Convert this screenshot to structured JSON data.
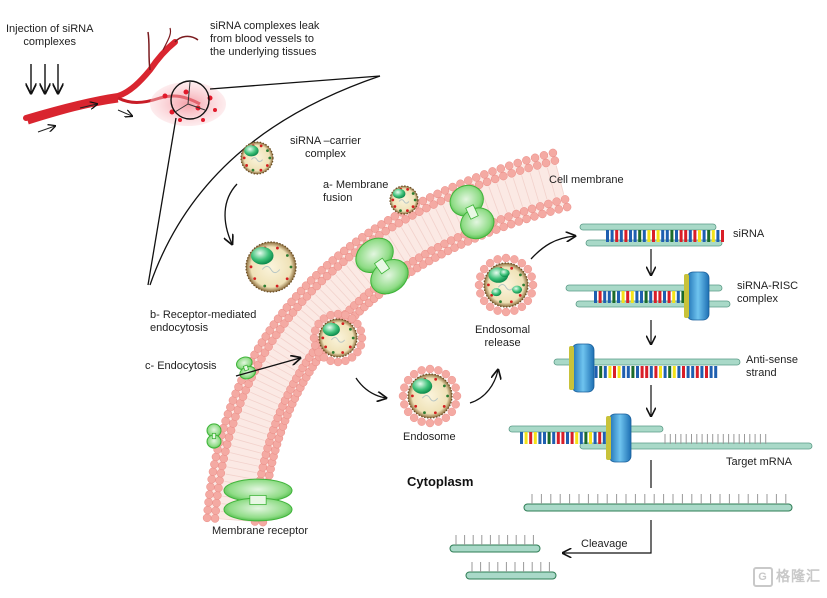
{
  "labels": {
    "injection": [
      "Injection of siRNA",
      "complexes"
    ],
    "leak": [
      "siRNA complexes leak",
      "from blood vessels to",
      "the underlying tissues"
    ],
    "carrier": [
      "siRNA –carrier",
      "complex"
    ],
    "membrane_fusion": [
      "a- Membrane",
      "fusion"
    ],
    "cell_membrane": "Cell membrane",
    "receptor_mediated": [
      "b- Receptor-mediated",
      "endocytosis"
    ],
    "endocytosis": "c- Endocytosis",
    "endosome": "Endosome",
    "endosomal_release": [
      "Endosomal",
      "release"
    ],
    "cytoplasm": "Cytoplasm",
    "membrane_receptor": "Membrane receptor",
    "sirna": "siRNA",
    "sirna_risc": [
      "siRNA-RISC",
      "complex"
    ],
    "antisense": [
      "Anti-sense",
      "strand"
    ],
    "target_mrna": "Target mRNA",
    "cleavage": "Cleavage"
  },
  "watermark": {
    "icon": "G",
    "text": "格隆汇"
  },
  "colors": {
    "vessel": "#d9252f",
    "tissue": "#f2a3ab",
    "membrane_head": "#f4aaa3",
    "membrane_tail": "#fbe9e4",
    "receptor": "#66cc66",
    "risc": "#3ea3dc",
    "rna_backbone": "#a9d9c8",
    "base_blue": "#1f5fb0",
    "base_red": "#d91e28",
    "base_green": "#1b6b2c",
    "base_yellow": "#f3e21a"
  }
}
